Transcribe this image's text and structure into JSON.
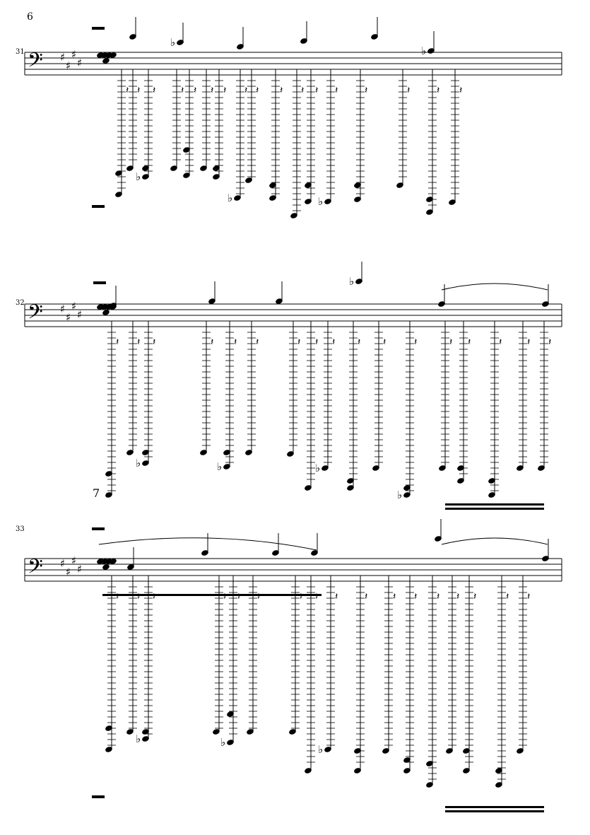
{
  "page": {
    "page_number": "6",
    "clef": "bass",
    "key_signature": "E major (4 sharps)",
    "systems": [
      {
        "measure_number": "31"
      },
      {
        "measure_number": "32"
      },
      {
        "measure_number": "33"
      }
    ],
    "markings": {
      "tuplet_seven": "7",
      "dots": ".."
    }
  }
}
